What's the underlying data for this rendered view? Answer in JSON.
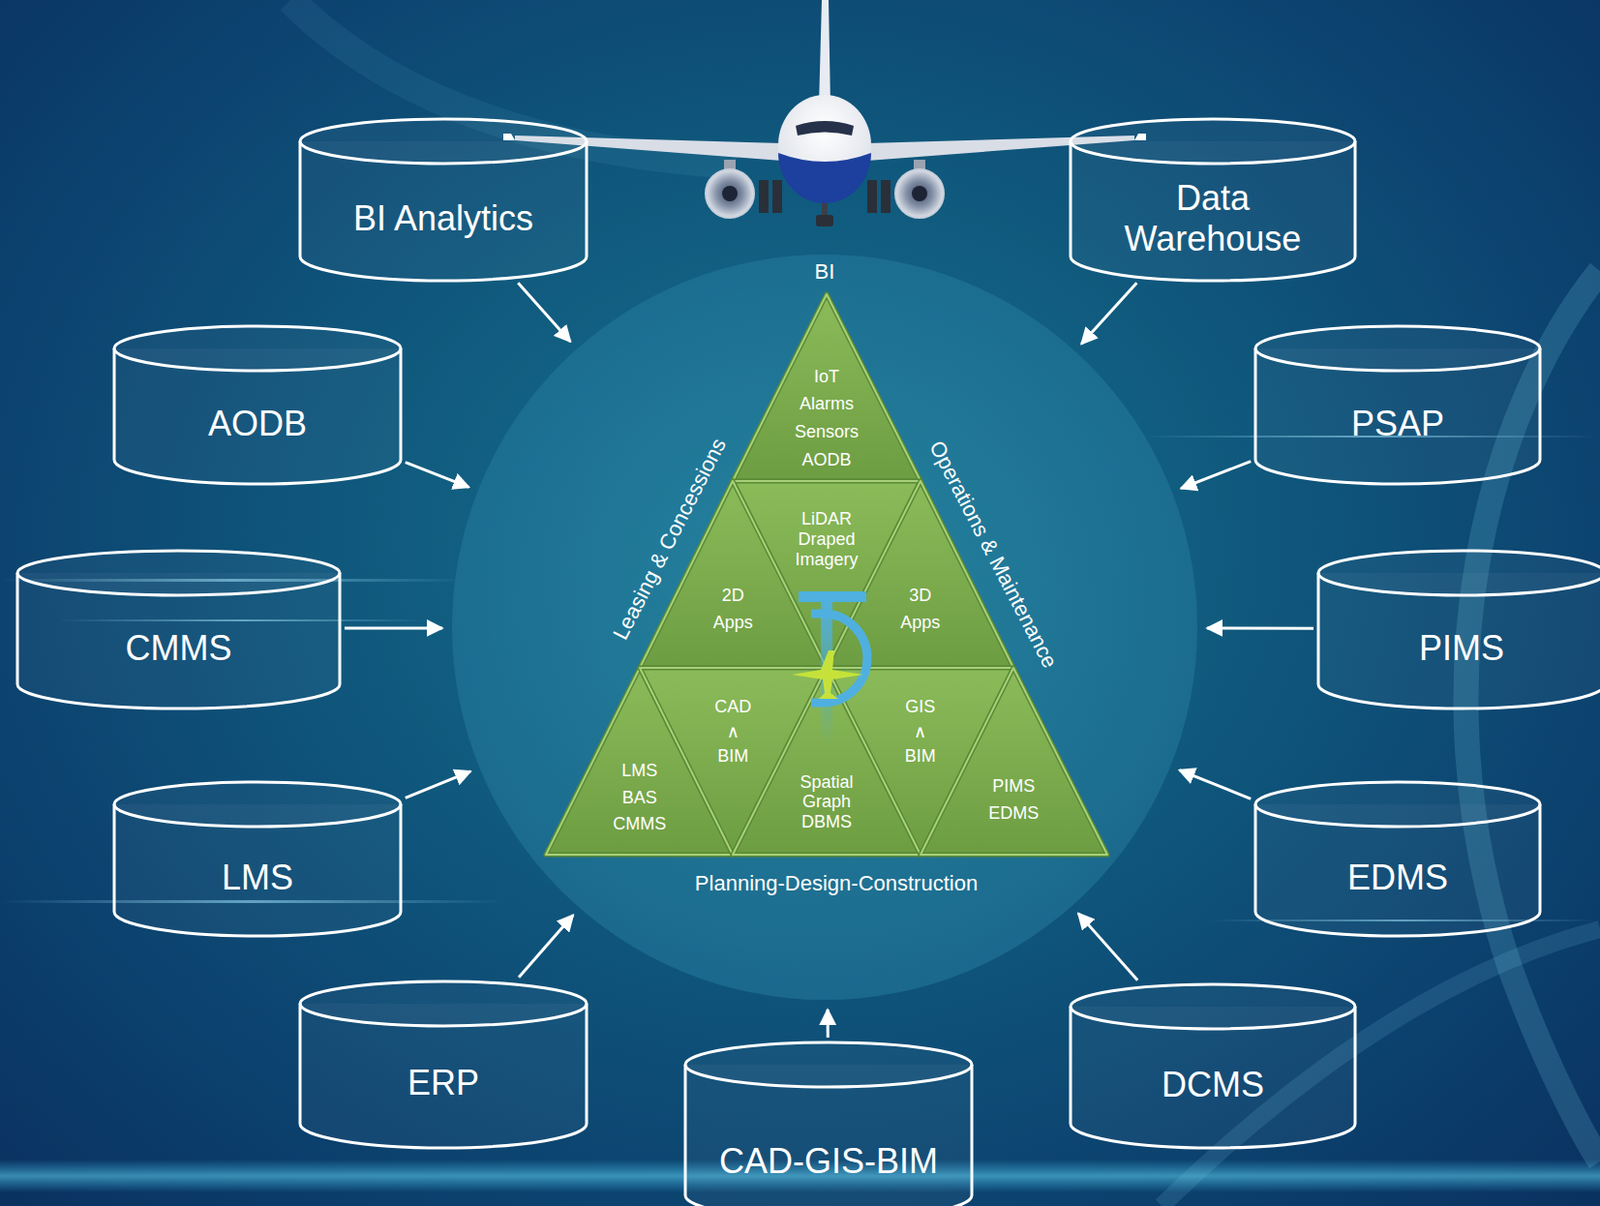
{
  "diagram": {
    "nodes": [
      {
        "text": [
          "BI",
          "Leasing & Concessions",
          "Operations & Maintenance",
          "Planning-Design-Construction"
        ]
      },
      {
        "text": [
          "IoT Alarms Sensors AODB"
        ],
        "in": 0
      },
      {
        "text": [
          "LiDAR Draped Imagery"
        ],
        "in": 0
      },
      {
        "text": [
          "2D Apps"
        ],
        "in": 0
      },
      {
        "text": [
          "3D Apps"
        ],
        "in": 0
      },
      {
        "text": [
          "LMS BAS CMMS"
        ],
        "in": 0
      },
      {
        "text": [
          "CAD ∧ BIM"
        ],
        "in": 0
      },
      {
        "text": [
          "Spatial Graph DBMS"
        ],
        "in": 0
      },
      {
        "text": [
          "GIS ∧ BIM"
        ],
        "in": 0
      },
      {
        "text": [
          "PIMS EDMS"
        ],
        "in": 0
      },
      {
        "text": [
          "BI Analytics"
        ]
      },
      {
        "text": [
          "Data Warehouse"
        ]
      },
      {
        "text": [
          "AODB"
        ]
      },
      {
        "text": [
          "PSAP"
        ]
      },
      {
        "text": [
          "CMMS"
        ]
      },
      {
        "text": [
          "PIMS"
        ]
      },
      {
        "text": [
          "LMS"
        ]
      },
      {
        "text": [
          "EDMS"
        ]
      },
      {
        "text": [
          "ERP"
        ]
      },
      {
        "text": [
          "CAD-GIS-BIM"
        ]
      },
      {
        "text": [
          "DCMS"
        ]
      }
    ],
    "edges": [
      {
        "from": 10,
        "to": 0,
        "arrow": "to"
      },
      {
        "from": 11,
        "to": 0,
        "arrow": "to"
      },
      {
        "from": 12,
        "to": 0,
        "arrow": "to"
      },
      {
        "from": 13,
        "to": 0,
        "arrow": "to"
      },
      {
        "from": 14,
        "to": 0,
        "arrow": "to"
      },
      {
        "from": 15,
        "to": 0,
        "arrow": "to"
      },
      {
        "from": 16,
        "to": 0,
        "arrow": "to"
      },
      {
        "from": 17,
        "to": 0,
        "arrow": "to"
      },
      {
        "from": 18,
        "to": 0,
        "arrow": "to"
      },
      {
        "from": 19,
        "to": 0,
        "arrow": "to"
      },
      {
        "from": 20,
        "to": 0,
        "arrow": "to"
      }
    ]
  }
}
